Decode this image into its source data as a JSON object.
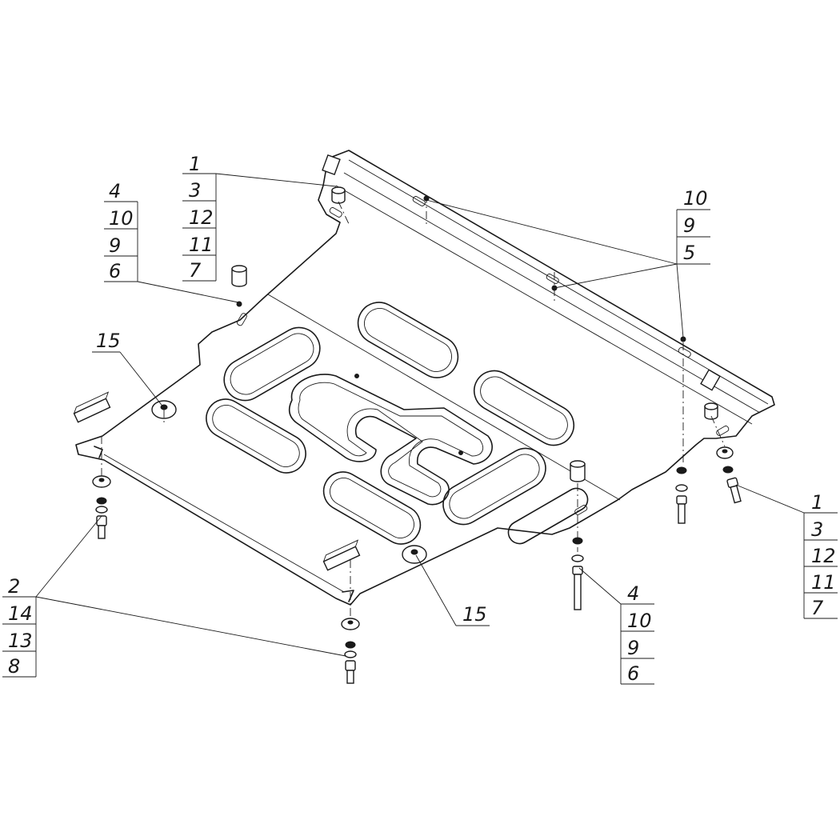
{
  "callouts": {
    "top_center": [
      "1",
      "3",
      "12",
      "11",
      "7"
    ],
    "top_left": [
      "4",
      "10",
      "9",
      "6"
    ],
    "top_right": [
      "10",
      "9",
      "5"
    ],
    "right": [
      "1",
      "3",
      "12",
      "11",
      "7"
    ],
    "bottom_left": [
      "2",
      "14",
      "13",
      "8"
    ],
    "bottom_center": [
      "4",
      "10",
      "9",
      "6"
    ],
    "pad_left": "15",
    "pad_bottom": "15"
  },
  "colors": {
    "line": "#1a1a1a",
    "paper": "#ffffff"
  }
}
